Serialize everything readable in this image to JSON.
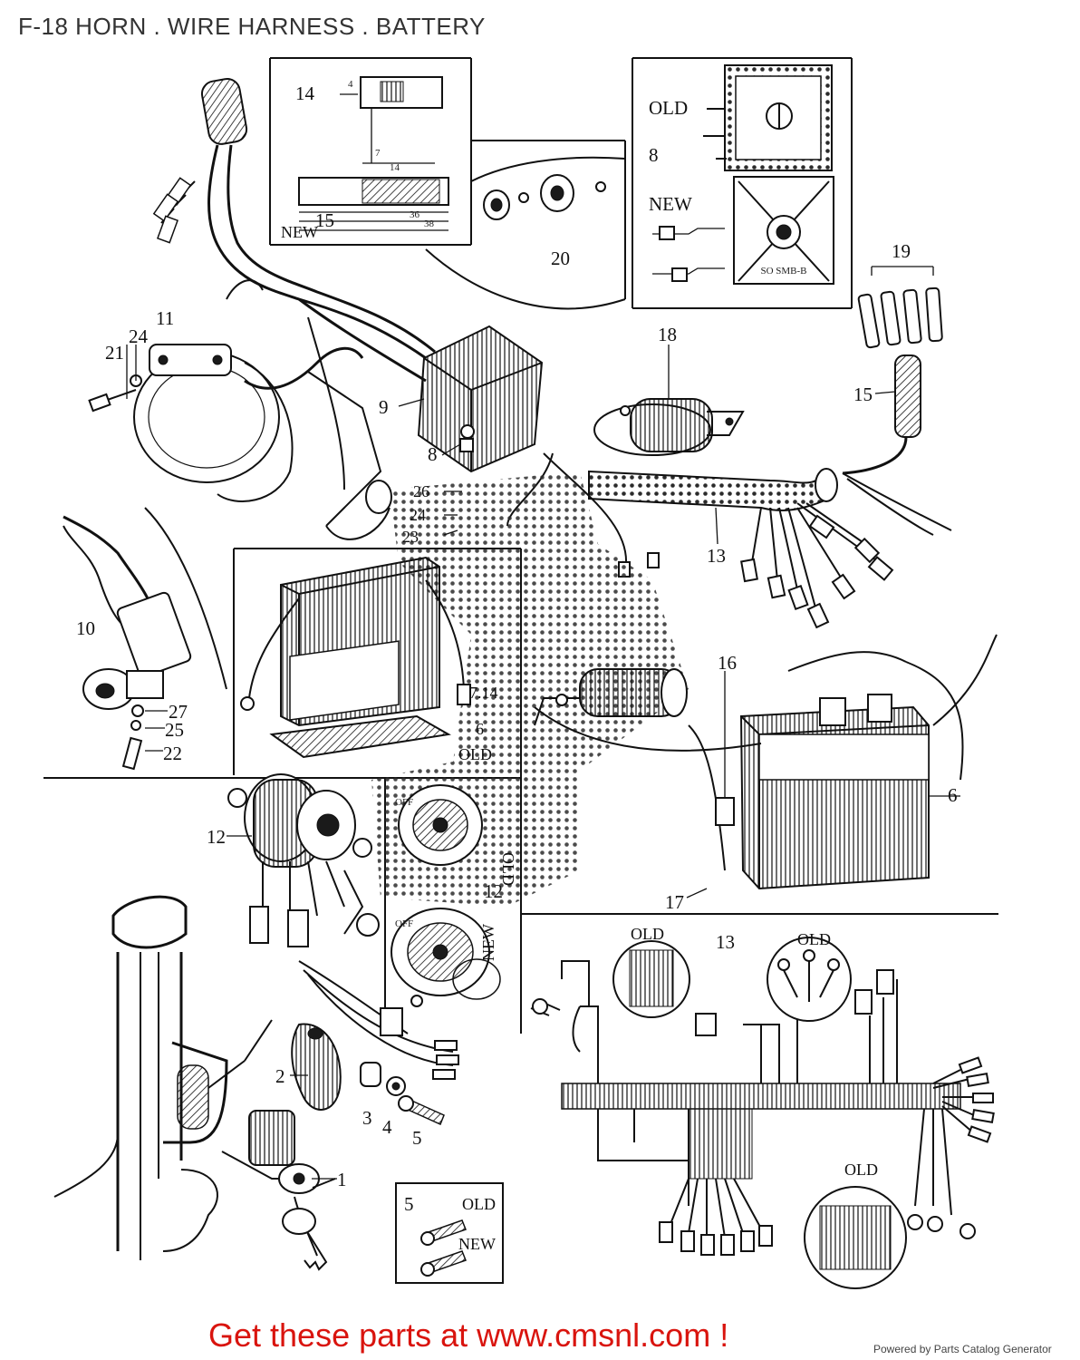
{
  "header": {
    "title": "F-18 HORN . WIRE HARNESS . BATTERY"
  },
  "footer": {
    "promo": "Get these parts at www.cmsnl.com !",
    "powered": "Powered by Parts Catalog Generator"
  },
  "diagram": {
    "part_numbers": [
      "1",
      "2",
      "3",
      "4",
      "5",
      "6",
      "7.14",
      "8",
      "9",
      "10",
      "11",
      "12",
      "13",
      "14",
      "15",
      "16",
      "17",
      "18",
      "19",
      "20",
      "21",
      "22",
      "23",
      "24",
      "25",
      "26",
      "27"
    ],
    "callouts": {
      "p1": "1",
      "p2": "2",
      "p3": "3",
      "p4": "4",
      "p5": "5",
      "p5b": "5",
      "p6": "6",
      "p6b": "6",
      "p7": "7.14",
      "p8": "8",
      "p8b": "8",
      "p9": "9",
      "p10": "10",
      "p11": "11",
      "p12": "12",
      "p12b": "12",
      "p13": "13",
      "p13b": "13",
      "p14": "14",
      "p15": "15",
      "p15b": "15",
      "p16": "16",
      "p17": "17",
      "p18": "18",
      "p19": "19",
      "p20": "20",
      "p21": "21",
      "p22": "22",
      "p23": "23",
      "p24": "24",
      "p24b": "24",
      "p25": "25",
      "p26": "26",
      "p27": "27"
    },
    "variant_labels": {
      "old": "OLD",
      "new": "NEW",
      "off": "OFF",
      "off_old": "OFF"
    },
    "dimensions": {
      "d1": "7",
      "d2": "14",
      "d3": "36",
      "d4": "38",
      "d5": "4"
    },
    "reg_plate_text": "SO SMB-B"
  }
}
